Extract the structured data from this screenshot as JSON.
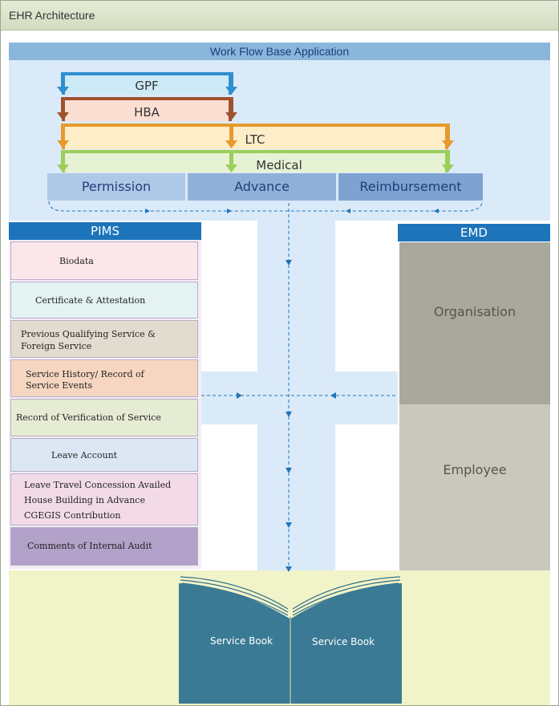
{
  "window": {
    "title": "EHR Architecture"
  },
  "workflow": {
    "title": "Work Flow Base Application",
    "bands": [
      "GPF",
      "HBA",
      "LTC",
      "Medical"
    ],
    "tabs": [
      "Permission",
      "Advance",
      "Reimbursement"
    ]
  },
  "pims": {
    "title": "PIMS",
    "items": [
      "Biodata",
      "Certificate & Attestation",
      "Previous Qualifying Service &",
      "Foreign Service",
      "Service History/ Record of",
      "Service Events",
      "Record of Verification of Service",
      "Leave Account",
      "Leave Travel Concession Availed",
      "House Building in Advance",
      "CGEGIS Contribution",
      "Comments of Internal Audit"
    ]
  },
  "emd": {
    "title": "EMD",
    "organisation": "Organisation",
    "employee": "Employee"
  },
  "service_book": {
    "left": "Service Book",
    "right": "Service Book"
  },
  "colors": {
    "gpf": "#2f8fcf",
    "hba": "#a0522d",
    "ltc": "#e69a2e",
    "medical": "#9ccf5a",
    "pims_header": "#1d74ba",
    "book": "#3a7a94"
  }
}
